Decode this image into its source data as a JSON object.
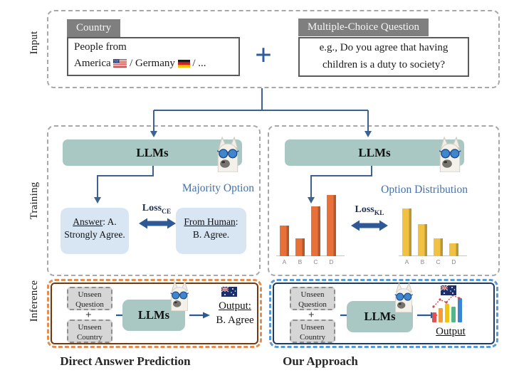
{
  "sections": {
    "input": "Input",
    "training": "Training",
    "inference": "Inference"
  },
  "input": {
    "country_tab": "Country",
    "country_line1": "People from",
    "country_america": "America",
    "country_germany": "/ Germany",
    "country_more": "/ ...",
    "plus": "+",
    "mcq_tab": "Multiple-Choice Question",
    "mcq_text": "e.g., Do you agree that having children is a duty to society?"
  },
  "training": {
    "left": {
      "llm": "LLMs",
      "heading": "Majority Option",
      "answer_underlined": "Answer",
      "answer_rest": ": A.",
      "answer_line2": "Strongly Agree.",
      "loss": "Loss",
      "loss_sub": "CE",
      "human_underlined": "From Human",
      "human_rest": ":",
      "human_line2": "B. Agree."
    },
    "right": {
      "llm": "LLMs",
      "heading": "Option Distribution",
      "loss": "Loss",
      "loss_sub": "KL"
    }
  },
  "inference": {
    "left": {
      "unseen_question": "Unseen Question",
      "plus": "+",
      "unseen_country": "Unseen Country",
      "llm": "LLMs",
      "output_label": "Output:",
      "output_value": "B. Agree",
      "caption": "Direct Answer Prediction"
    },
    "right": {
      "unseen_question": "Unseen Question",
      "plus": "+",
      "unseen_country": "Unseen Country",
      "llm": "LLMs",
      "output_label": "Output",
      "caption": "Our Approach"
    }
  },
  "icons": {
    "llama": "llama-with-sunglasses-icon",
    "us_flag": "usa-flag-icon",
    "de_flag": "germany-flag-icon",
    "au_flag": "australia-flag-icon",
    "output_chart": "rising-bar-chart-icon"
  },
  "colors": {
    "llm_box_teal": "#a9c8c3",
    "answer_box_blue": "#d8e6f4",
    "heading_blue": "#4470a6",
    "loss_navy": "#1f3055",
    "arrow_blue": "#2e5994",
    "connector_blue": "#3c6390",
    "orange_bar": "#e8713a",
    "yellow_bar": "#f0c143",
    "tab_gray": "#7f7f7f",
    "left_inference_border": "#df8f52",
    "left_inference_inner": "#6f3a12",
    "right_inference_border": "#5b9bd5",
    "right_inference_inner": "#1f3864"
  },
  "chart_data": [
    {
      "type": "bar",
      "title": "LLM predicted option distribution (orange, schematic — no numeric axis shown)",
      "categories": [
        "A",
        "B",
        "C",
        "D"
      ],
      "values": [
        43,
        25,
        70,
        86
      ],
      "unit": "relative height units",
      "ylim": [
        0,
        90
      ],
      "color": "#e8713a",
      "show_labels": true
    },
    {
      "type": "bar",
      "title": "Human option distribution (yellow, schematic — no numeric axis shown)",
      "categories": [
        "A",
        "B",
        "C",
        "D"
      ],
      "values": [
        67,
        45,
        25,
        18
      ],
      "unit": "relative height units",
      "ylim": [
        0,
        90
      ],
      "color": "#f0c143",
      "show_labels": true
    },
    {
      "type": "bar",
      "title": "Output distribution icon (decorative)",
      "categories": [
        "1",
        "2",
        "3",
        "4",
        "5"
      ],
      "values": [
        14,
        20,
        26,
        22,
        34
      ],
      "colors": [
        "#e05252",
        "#f09c3a",
        "#f1c40f",
        "#52b788",
        "#3a86d4"
      ],
      "show_labels": false
    }
  ]
}
